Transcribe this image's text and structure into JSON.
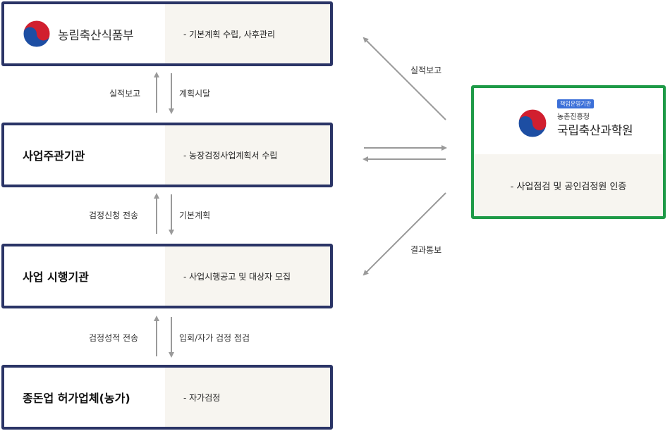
{
  "ministry": {
    "name": "농림축산식품부",
    "role": "- 기본계획 수립, 사후관리"
  },
  "flow1": {
    "up_label": "실적보고",
    "down_label": "계획시달"
  },
  "org_main": {
    "name": "사업주관기관",
    "role": "- 농장검정사업계획서 수립"
  },
  "flow2": {
    "up_label": "검정신청 전송",
    "down_label": "기본계획"
  },
  "org_exec": {
    "name": "사업 시행기관",
    "role": "- 사업시행공고 및 대상자 모집"
  },
  "flow3": {
    "up_label": "검정성적 전송",
    "down_label": "입회/자가 검정 점검"
  },
  "org_farm": {
    "name": "종돈업 허가업체(농가)",
    "role": "- 자가검정"
  },
  "nias": {
    "badge": "책임운영기관",
    "parent": "농촌진흥청",
    "name": "국립축산과학원",
    "role": "- 사업점검 및 공인검정원 인증"
  },
  "side_flows": {
    "report_label": "실적보고",
    "result_label": "결과통보"
  },
  "colors": {
    "box_border": "#2a3466",
    "nias_border": "#1e9a47",
    "arrow": "#9a9a9a",
    "panel_bg": "#f7f5f0"
  }
}
